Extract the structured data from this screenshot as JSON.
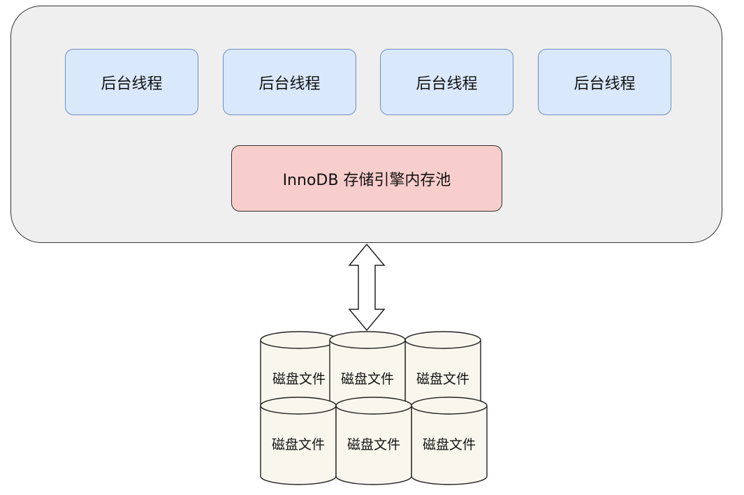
{
  "threads": [
    "后台线程",
    "后台线程",
    "后台线程",
    "后台线程"
  ],
  "buffer_pool_label": "InnoDB 存储引擎内存池",
  "disk_files": [
    "磁盘文件",
    "磁盘文件",
    "磁盘文件",
    "磁盘文件",
    "磁盘文件",
    "磁盘文件"
  ],
  "colors": {
    "container_fill": "#efefef",
    "thread_fill": "#dae8fc",
    "thread_stroke": "#6c8ebf",
    "pool_fill": "#f8cecc",
    "cylinder_fill": "#f9f7ed"
  }
}
